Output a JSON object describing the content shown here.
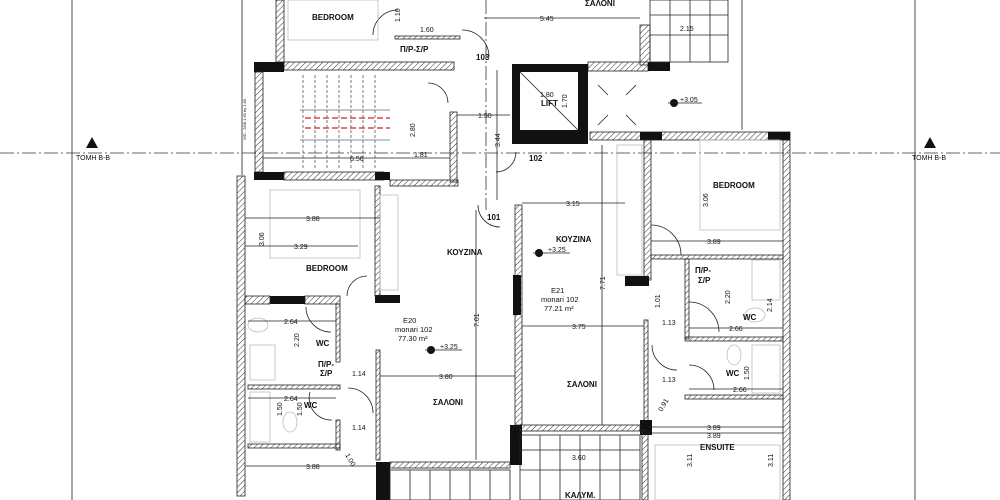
{
  "section": {
    "left_label": "TOMH B-B",
    "right_label": "TOMH B-B"
  },
  "rooms": {
    "bedroom_top": "BEDROOM",
    "pr_sr_top": "Π/Ρ-Σ/Ρ",
    "door_103": "103",
    "saloni_top": "ΣΑΛΟΝΙ",
    "lift": "LIFT",
    "door_102": "102",
    "door_101": "101",
    "bedroom_right": "BEDROOM",
    "bedroom_left": "BEDROOM",
    "kouzina_left": "ΚΟΥΖΙΝΑ",
    "kouzina_right": "ΚΟΥΖΙΝΑ",
    "wc_l1": "WC",
    "pr_sr_l1": "Π/Ρ-",
    "pr_sr_l2": "Σ/Ρ",
    "saloni_left": "ΣΑΛΟΝΙ",
    "wc_l2": "WC",
    "pr_sr_r1": "Π/Ρ-",
    "pr_sr_r2": "Σ/Ρ",
    "wc_r1": "WC",
    "wc_r2": "WC",
    "saloni_right": "ΣΑΛΟΝΙ",
    "ensuite": "ENSUITE",
    "kalym": "ΚΑΛΥΜ."
  },
  "units": [
    {
      "code": "E20",
      "name": "monari 102",
      "area": "77.30 m²",
      "level": "+3.25"
    },
    {
      "code": "E21",
      "name": "monari 102",
      "area": "77.21 m²",
      "level": "+3.25"
    }
  ],
  "levels": {
    "landing": "+3.05"
  },
  "window_tag": "WD - 2/08 1.60 by 1.80",
  "dims": {
    "d110": "1.10",
    "d160": "1.60",
    "d545": "5.45",
    "d215": "2.15",
    "d180": "1.80",
    "d170": "1.70",
    "d150": "1.50",
    "d344": "3.44",
    "d280": "2.80",
    "d181": "1.81",
    "d656": "6.56",
    "d306r": "3.06",
    "d388a": "3.88",
    "d329": "3.29",
    "d306l": "3.06",
    "d315": "3.15",
    "d389a": "3.89",
    "d771": "7.71",
    "d701": "7.01",
    "d264a": "2.64",
    "d220l": "2.20",
    "d114a": "1.14",
    "d380": "3.80",
    "d264b": "2.64",
    "d150a": "1.50",
    "d150b": "1.50",
    "d114b": "1.14",
    "d388b": "3.88",
    "d100": "1.00",
    "d375": "3.75",
    "d101": "1.01",
    "d113a": "1.13",
    "d220r": "2.20",
    "d214": "2.14",
    "d266a": "2.66",
    "d113b": "1.13",
    "d150r": "1.50",
    "d266b": "2.66",
    "d091": "0.91",
    "d389b": "3.89",
    "d389c": "3.89",
    "d311a": "3.11",
    "d311b": "3.11",
    "d360": "3.60"
  }
}
